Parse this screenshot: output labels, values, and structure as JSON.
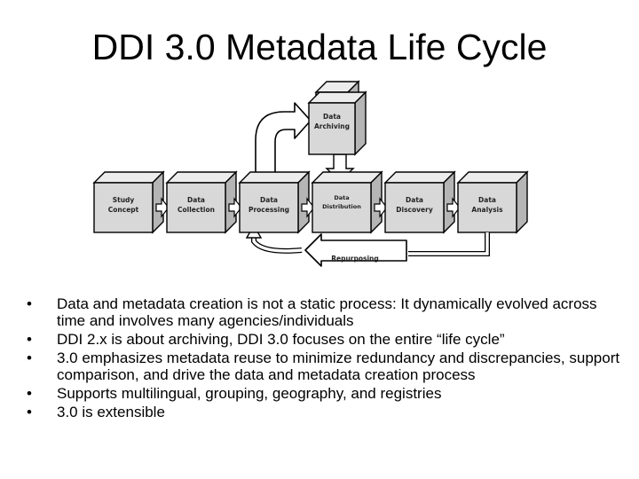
{
  "title": "DDI 3.0 Metadata Life Cycle",
  "diagram": {
    "boxes": {
      "archiving": [
        "Data",
        "Archiving"
      ],
      "study": [
        "Study",
        "Concept"
      ],
      "collection": [
        "Data",
        "Collection"
      ],
      "processing": [
        "Data",
        "Processing"
      ],
      "distribution": [
        "Data",
        "Distribution"
      ],
      "discovery": [
        "Data",
        "Discovery"
      ],
      "analysis": [
        "Data",
        "Analysis"
      ]
    },
    "repurposing_label": "Repurposing",
    "box_color": "#d8d8d8",
    "box_side_color": "#b5b5b5",
    "box_top_color": "#ececec"
  },
  "bullet_glyph": "•",
  "bullets": [
    "Data and metadata creation is not a static process: It dynamically evolved across time and involves many agencies/individuals",
    "DDI 2.x is about archiving, DDI 3.0 focuses on the entire “life cycle”",
    "3.0 emphasizes metadata reuse to minimize redundancy and discrepancies, support comparison, and drive the data and metadata creation process",
    "Supports multilingual, grouping, geography, and registries",
    "3.0 is extensible"
  ]
}
